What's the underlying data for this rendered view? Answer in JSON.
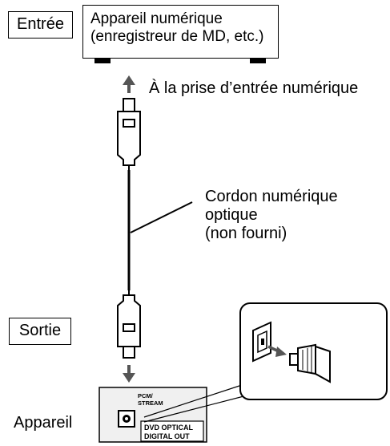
{
  "labels": {
    "entree": "Entrée",
    "sortie": "Sortie",
    "appareil": "Appareil",
    "device_line1": "Appareil numérique",
    "device_line2": "(enregistreur de MD, etc.)",
    "prise": "À la prise d’entrée numérique",
    "cordon_line1": "Cordon numérique",
    "cordon_line2": "optique",
    "cordon_line3": "(non fourni)",
    "jack_top1": "PCM/",
    "jack_top2": "STREAM",
    "jack_bottom1": "DVD OPTICAL",
    "jack_bottom2": "DIGITAL OUT"
  },
  "colors": {
    "line": "#000000",
    "arrow": "#555555",
    "panel": "#f0f0f0"
  }
}
